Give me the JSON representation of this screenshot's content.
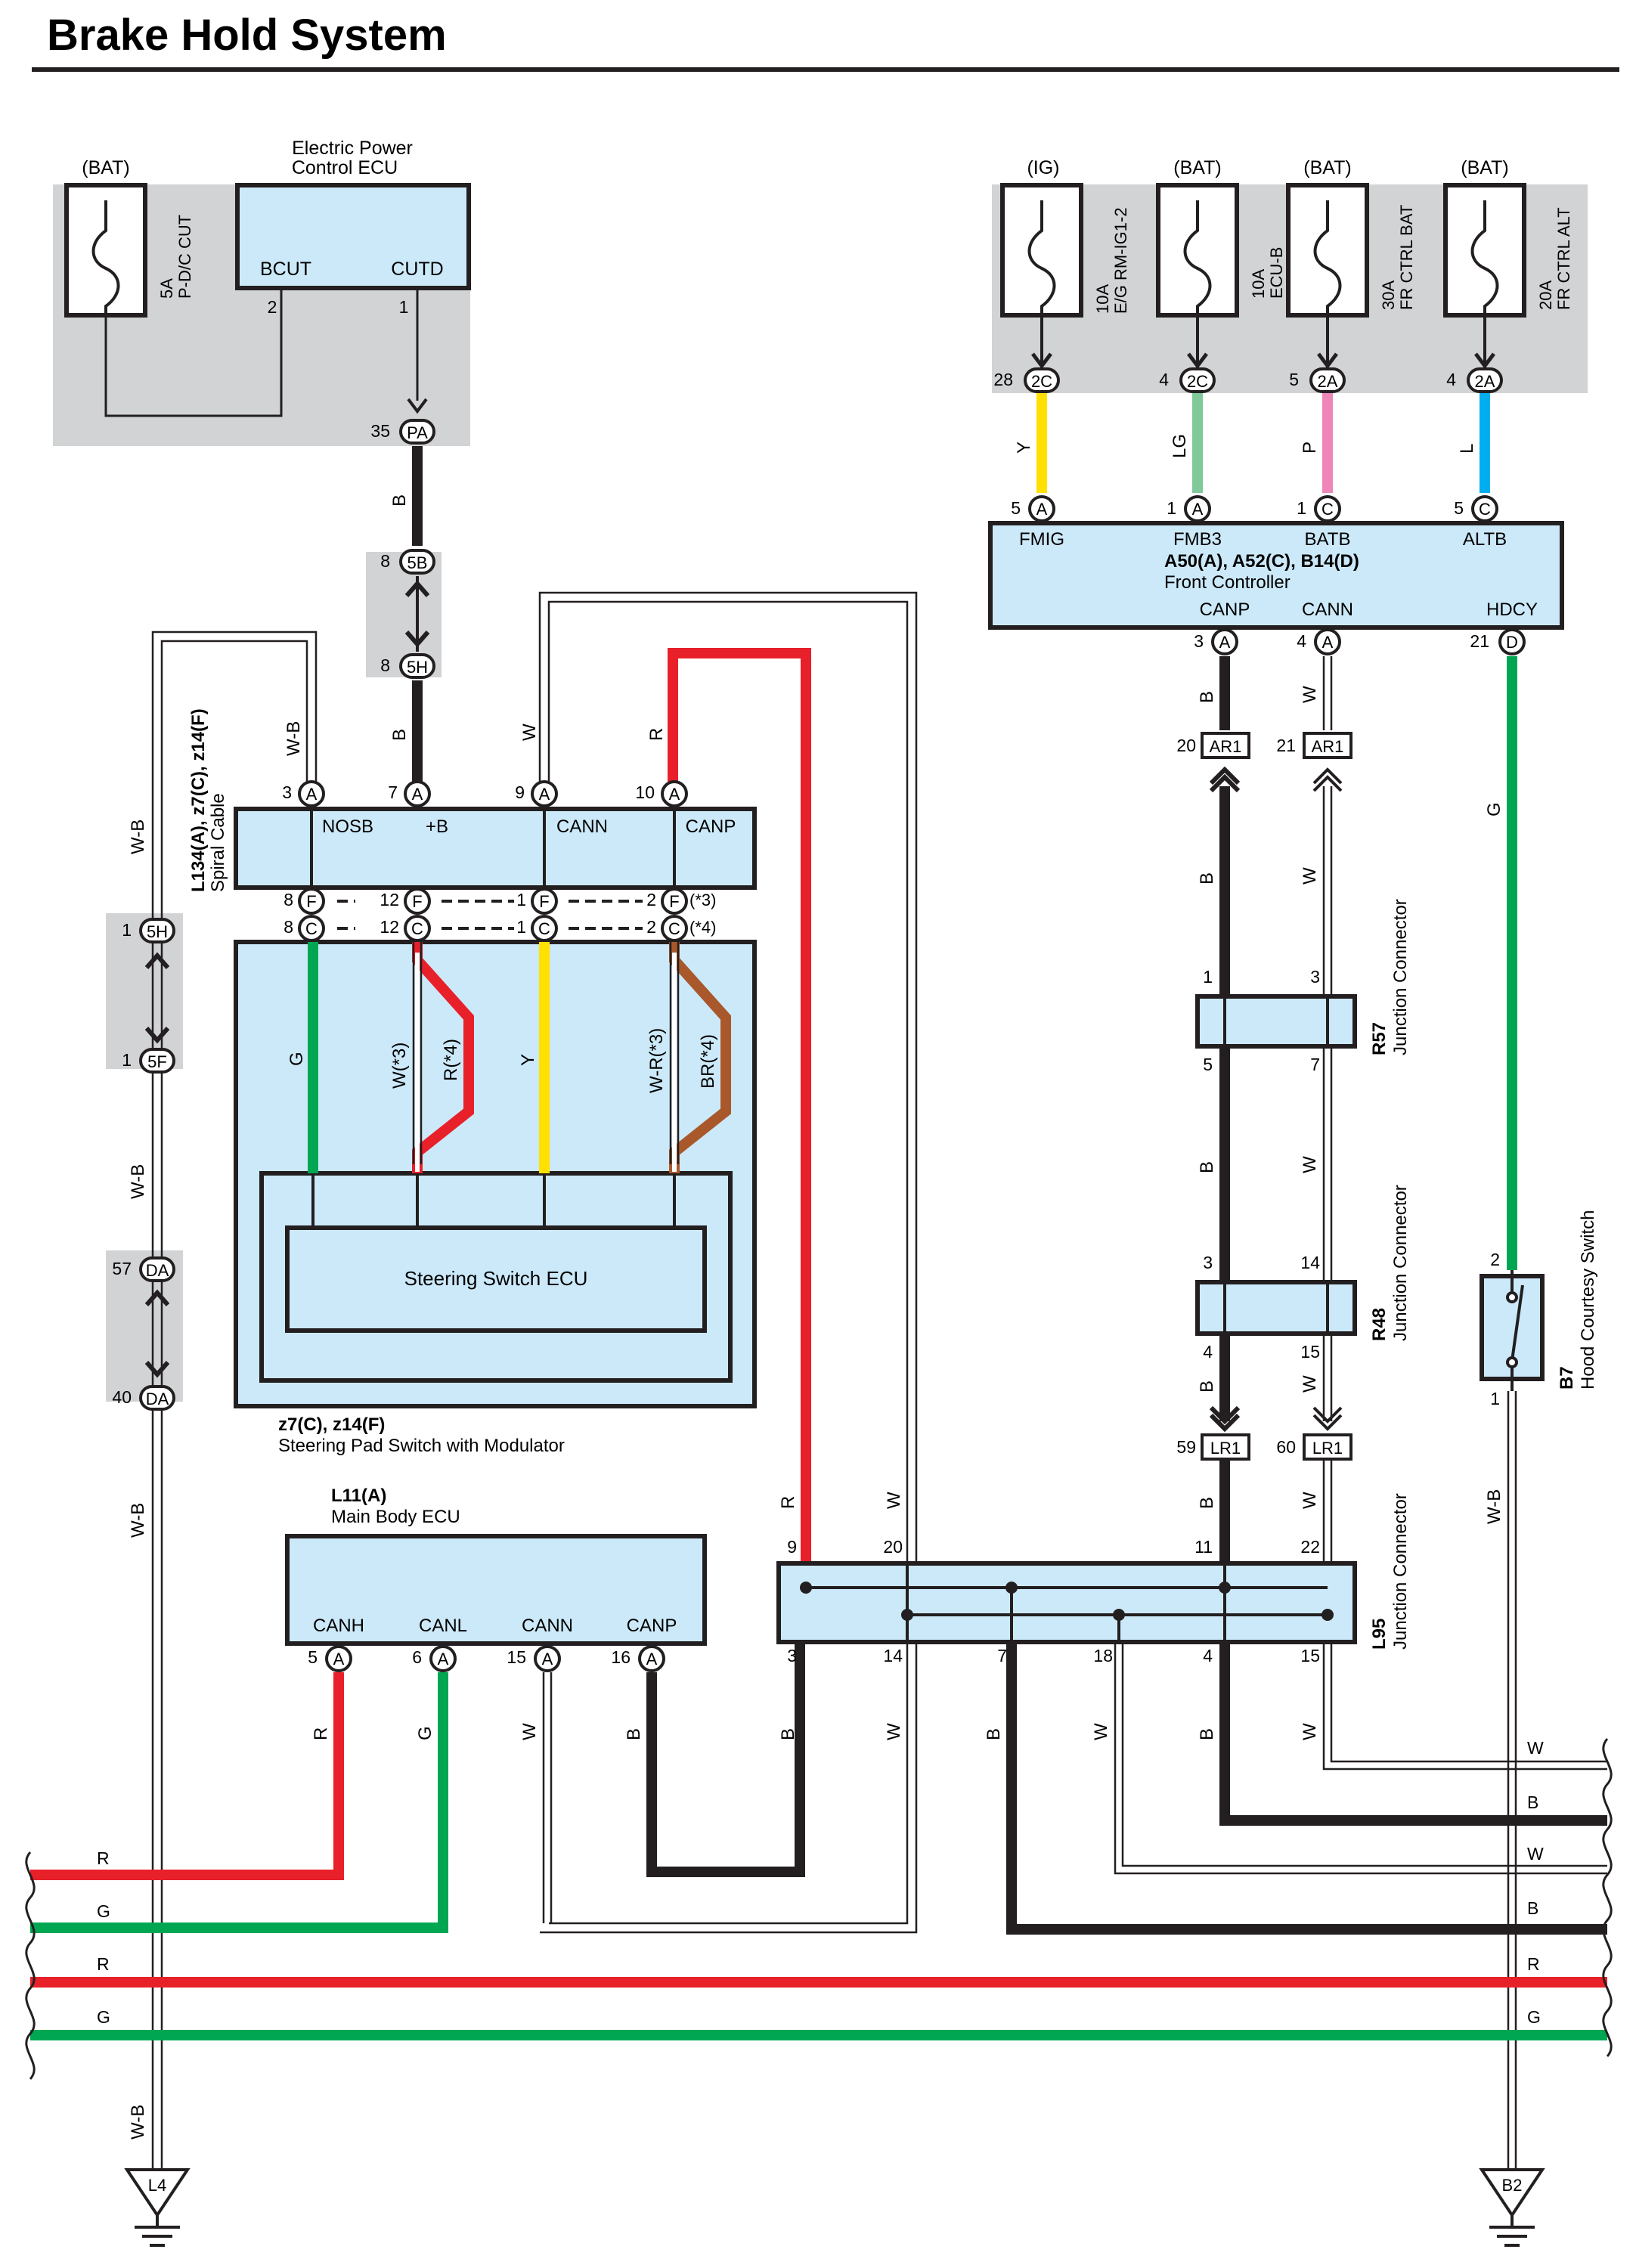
{
  "title": "Brake Hold System",
  "colors": {
    "red": "#e8202a",
    "green": "#00a651",
    "yellow": "#ffe000",
    "lightgreen": "#7fc99a",
    "pink": "#ef86b8",
    "blue": "#00aeef",
    "brown": "#a9582b",
    "black": "#231f20",
    "gray": "#d1d3d4",
    "box": "#cce9f9",
    "white": "#ffffff"
  },
  "power": {
    "bat": "(BAT)",
    "ig": "(IG)"
  },
  "fuses": {
    "dc_cut": [
      "5A",
      "P-D/C CUT"
    ],
    "eg_rm": [
      "10A",
      "E/G RM-IG1-2"
    ],
    "ecu_b": [
      "10A",
      "ECU-B"
    ],
    "fr_ctrl_bat": [
      "30A",
      "FR CTRL BAT"
    ],
    "fr_ctrl_alt": [
      "20A",
      "FR CTRL ALT"
    ]
  },
  "ep_ecu": {
    "name1": "Electric Power",
    "name2": "Control ECU",
    "p_bcut": "BCUT",
    "p_cutd": "CUTD",
    "n_bcut": "2",
    "n_cutd": "1"
  },
  "connectors": {
    "pa": "PA",
    "n_pa": "35",
    "c5b": "5B",
    "n_5b": "8",
    "c5h": "5H",
    "n_5h": "8",
    "c2c": "2C",
    "c2a": "2A",
    "n_2c1": "28",
    "n_2c2": "4",
    "n_2a1": "5",
    "n_2a2": "4",
    "c5h2": "5H",
    "n_5h2": "1",
    "c5f": "5F",
    "n_5f": "1",
    "da": "DA",
    "n_da1": "57",
    "n_da2": "40",
    "ar1": "AR1",
    "n_ar1a": "20",
    "n_ar1b": "21",
    "lr1": "LR1",
    "n_lr1a": "59",
    "n_lr1b": "60",
    "a": "A",
    "c": "C",
    "d": "D",
    "f": "F"
  },
  "wires": {
    "b": "B",
    "w": "W",
    "r": "R",
    "g": "G",
    "y": "Y",
    "lg": "LG",
    "p": "P",
    "l": "L",
    "wb": "W-B",
    "w3": "W(*3)",
    "r4": "R(*4)",
    "wr3": "W-R(*3)",
    "br4": "BR(*4)"
  },
  "front_ctrl": {
    "p_fmig": "FMIG",
    "p_fmb3": "FMB3",
    "p_batb": "BATB",
    "p_altb": "ALTB",
    "name1": "A50(A), A52(C), B14(D)",
    "name2": "Front Controller",
    "p_canp": "CANP",
    "p_cann": "CANN",
    "p_hdcy": "HDCY",
    "n_fmig": "5",
    "n_fmb3": "1",
    "n_batb": "1",
    "n_altb": "5",
    "n_canp": "3",
    "n_cann": "4",
    "n_hdcy": "21"
  },
  "spiral": {
    "name1": "L134(A), z7(C), z14(F)",
    "name2": "Spiral Cable",
    "p_nosb": "NOSB",
    "p_b": "+B",
    "p_cann": "CANN",
    "p_canp": "CANP",
    "n_nosb": "3",
    "n_b": "7",
    "n_cann": "9",
    "n_canp": "10",
    "n_f1": "8",
    "n_f2": "12",
    "n_f3": "1",
    "n_f4": "2",
    "n_c1": "8",
    "n_c2": "12",
    "n_c3": "1",
    "n_c4": "2",
    "note3": "(*3)",
    "note4": "(*4)"
  },
  "steering": {
    "ecu": "Steering Switch ECU",
    "name1": "z7(C), z14(F)",
    "name2": "Steering Pad Switch with Modulator"
  },
  "r57": {
    "id": "R57",
    "name": "Junction Connector",
    "n1": "1",
    "n2": "3",
    "n3": "5",
    "n4": "7"
  },
  "r48": {
    "id": "R48",
    "name": "Junction Connector",
    "n1": "3",
    "n2": "14",
    "n3": "4",
    "n4": "15"
  },
  "l95": {
    "id": "L95",
    "name": "Junction Connector",
    "n_9": "9",
    "n_20": "20",
    "n_11": "11",
    "n_22": "22",
    "n_3": "3",
    "n_14": "14",
    "n_7": "7",
    "n_18": "18",
    "n_4": "4",
    "n_15": "15"
  },
  "b7": {
    "id": "B7",
    "name": "Hood Courtesy Switch",
    "n1": "2",
    "n2": "1"
  },
  "main_body": {
    "name1": "L11(A)",
    "name2": "Main Body ECU",
    "p_canh": "CANH",
    "p_canl": "CANL",
    "p_cann": "CANN",
    "p_canp": "CANP",
    "n_canh": "5",
    "n_canl": "6",
    "n_cann": "15",
    "n_canp": "16"
  },
  "grounds": {
    "l4": "L4",
    "b2": "B2"
  }
}
